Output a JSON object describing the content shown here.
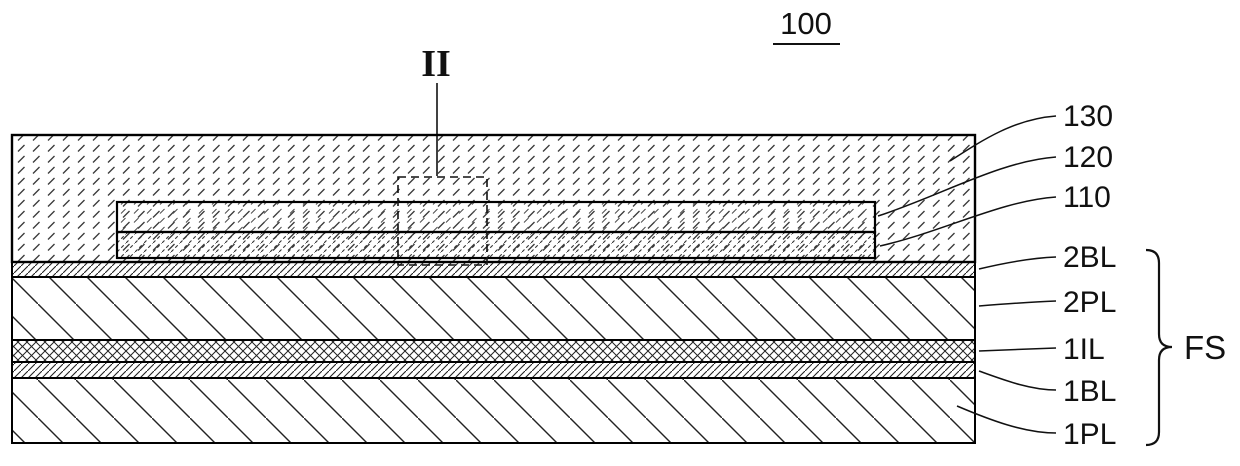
{
  "figure": {
    "number": "100",
    "section_marker": "II",
    "group_label": "FS"
  },
  "labels": {
    "layer130": "130",
    "layer120": "120",
    "layer110": "110",
    "layer2BL": "2BL",
    "layer2PL": "2PL",
    "layer1IL": "1IL",
    "layer1BL": "1BL",
    "layer1PL": "1PL"
  }
}
